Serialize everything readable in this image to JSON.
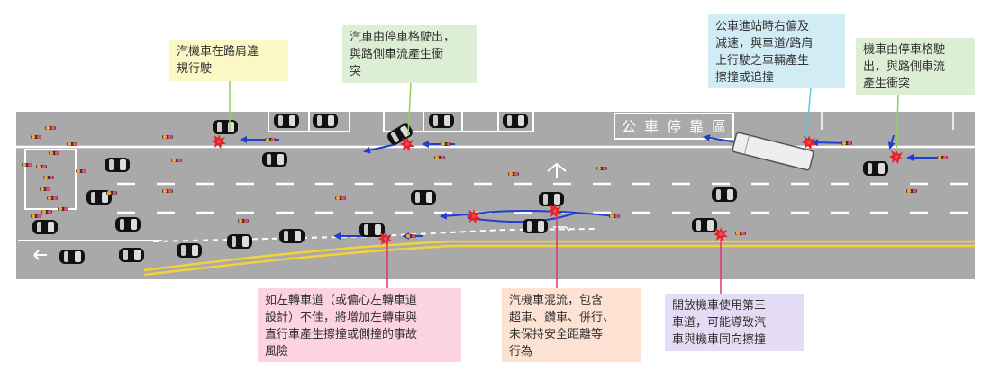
{
  "callouts": [
    {
      "text": "汽機車在路肩違\n規行駛",
      "color": "#fbf8c6"
    },
    {
      "text": "汽車由停車格駛出，\n與路側車流產生衝\n突",
      "color": "#dcefd4"
    },
    {
      "text": "公車進站時右偏及\n減速，與車道/路肩\n上行駛之車輛產生\n擦撞或追撞",
      "color": "#d2ecf6"
    },
    {
      "text": "機車由停車格駛\n出，與路側車流\n產生衝突",
      "color": "#dcefd4"
    },
    {
      "text": "如左轉車道（或偏心左轉車道\n設計）不佳，將增加左轉車與\n直行車產生擦撞或側撞的事故\n風險",
      "color": "#fcd3e3"
    },
    {
      "text": "汽機車混流，包含\n超車、鑽車、併行、\n未保持安全距離等\n行為",
      "color": "#fde2d4"
    },
    {
      "text": "開放機車使用第三\n車道，可能導致汽\n車與機車同向擦撞",
      "color": "#e4dcf4"
    }
  ],
  "bus_zone": {
    "chars": [
      "公",
      "車",
      "停",
      "靠",
      "區"
    ]
  },
  "colors": {
    "road": "#a9a9a9",
    "marking": "#ffffff",
    "yellow": "#f4d23c",
    "arrow": "#1e3fd0",
    "conflict": "#e8202a",
    "car": "#111111"
  }
}
